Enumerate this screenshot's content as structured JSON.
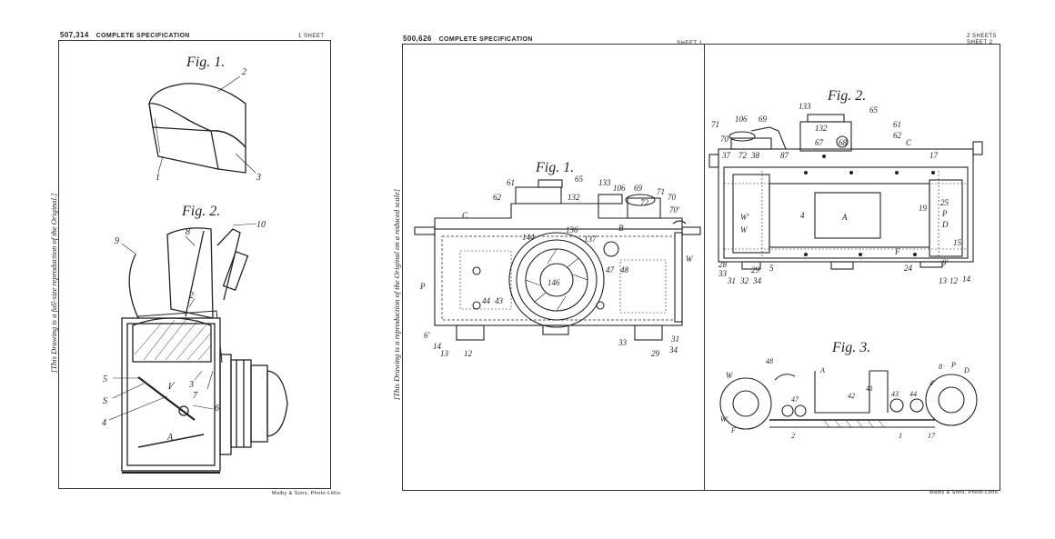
{
  "left_sheet": {
    "spec_number": "507,314",
    "spec_label": "COMPLETE SPECIFICATION",
    "sheet_count": "1 SHEET",
    "side_note": "[This Drawing is a full-size reproduction of the Original.]",
    "footer": "Malby & Sons, Photo-Litho.",
    "fig1_title": "Fig. 1.",
    "fig2_title": "Fig. 2."
  },
  "right_sheet": {
    "spec_number": "500,626",
    "spec_label": "COMPLETE SPECIFICATION",
    "sheet_count": "2 SHEETS",
    "sheet_1": "SHEET 1",
    "sheet_2": "SHEET 2",
    "side_note": "[This Drawing is a reproduction of the Original on a reduced scale]",
    "footer": "Malby & Sons, Photo-Litho.",
    "fig1_title": "Fig. 1.",
    "fig2_title": "Fig. 2.",
    "fig3_title": "Fig. 3."
  },
  "labels": {
    "l_fig1": [
      "2",
      "1",
      "3"
    ],
    "l_fig2": [
      "9",
      "8",
      "10",
      "2",
      "5",
      "S",
      "4",
      "1",
      "3",
      "7",
      "6",
      "A"
    ],
    "r_fig1": [
      "61",
      "65",
      "133",
      "106",
      "69",
      "71",
      "62",
      "132",
      "70",
      "70'",
      "72",
      "C",
      "136",
      "144",
      "137",
      "B",
      "146",
      "47",
      "48",
      "W",
      "P",
      "44",
      "43",
      "6'",
      "14",
      "13",
      "12",
      "33",
      "31",
      "34",
      "29"
    ],
    "r_fig2": [
      "133",
      "65",
      "71",
      "106",
      "69",
      "132",
      "61",
      "70'",
      "62",
      "37",
      "72",
      "38",
      "67",
      "68",
      "87",
      "C",
      "17",
      "25",
      "P",
      "D",
      "19",
      "4",
      "A",
      "W'",
      "W",
      "F",
      "15",
      "5",
      "28",
      "33",
      "29",
      "31",
      "32",
      "34",
      "24",
      "9'",
      "13",
      "12",
      "14"
    ],
    "r_fig3": [
      "48",
      "A",
      "8",
      "P",
      "D",
      "W",
      "47",
      "42",
      "41",
      "43",
      "44",
      "4",
      "W'",
      "F",
      "2",
      "1",
      "17"
    ]
  }
}
